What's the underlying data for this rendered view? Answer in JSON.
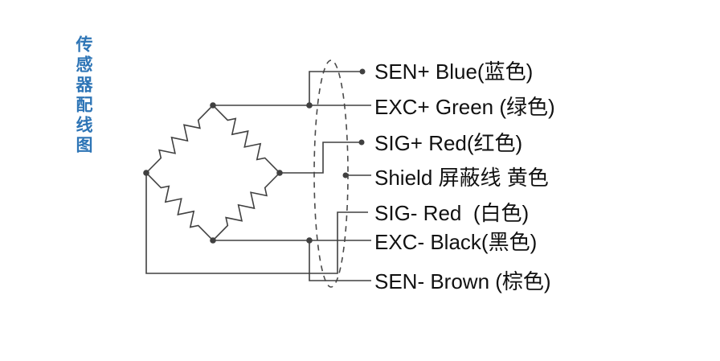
{
  "title": {
    "text": "传感器配线图",
    "color": "#2E75B6"
  },
  "diagram": {
    "wires": [
      {
        "id": "sen-plus",
        "label": "SEN+ Blue(蓝色)"
      },
      {
        "id": "exc-plus",
        "label": "EXC+ Green (绿色)"
      },
      {
        "id": "sig-plus",
        "label": "SIG+ Red(红色)"
      },
      {
        "id": "shield",
        "label": "Shield 屏蔽线 黄色"
      },
      {
        "id": "sig-minus",
        "label": "SIG- Red  (白色)"
      },
      {
        "id": "exc-minus",
        "label": "EXC- Black(黑色)"
      },
      {
        "id": "sen-minus",
        "label": "SEN- Brown (棕色)"
      }
    ],
    "colors": {
      "line": "#404040",
      "text": "#111111",
      "background": "#FFFFFF"
    }
  }
}
